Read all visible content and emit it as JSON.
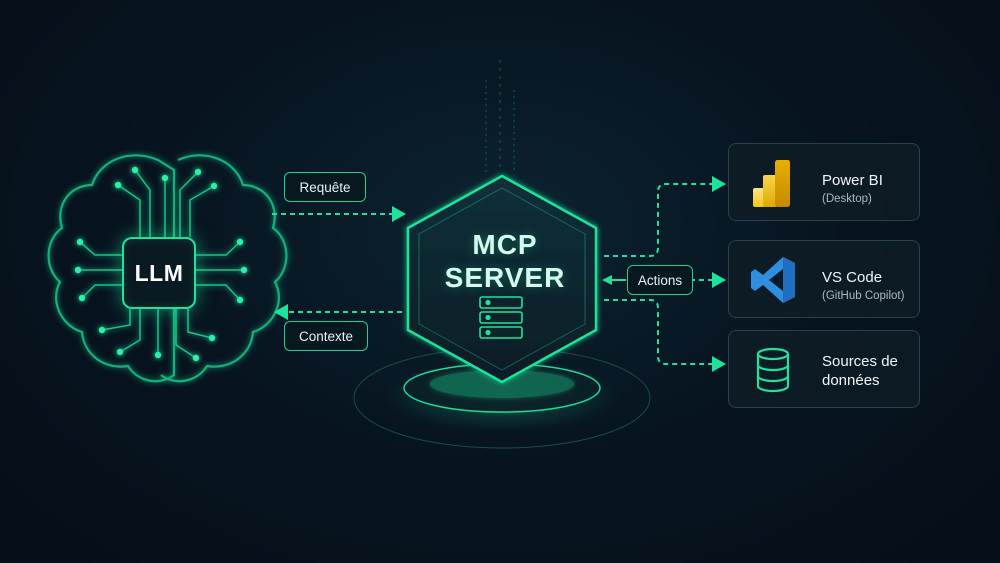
{
  "llm": {
    "label": "LLM"
  },
  "flows": {
    "request_label": "Requête",
    "context_label": "Contexte",
    "actions_label": "Actions"
  },
  "server": {
    "title_line1": "MCP",
    "title_line2": "SERVER"
  },
  "targets": [
    {
      "title": "Power BI",
      "subtitle": "(Desktop)",
      "icon": "power-bi-icon"
    },
    {
      "title": "VS Code",
      "subtitle": "(GitHub Copilot)",
      "icon": "vscode-icon"
    },
    {
      "title_line1": "Sources de",
      "title_line2": "données",
      "icon": "database-icon"
    }
  ],
  "colors": {
    "accent": "#1fe39a",
    "background": "#071521",
    "power_bi": "#f2c811",
    "vscode": "#2e8fe0"
  }
}
